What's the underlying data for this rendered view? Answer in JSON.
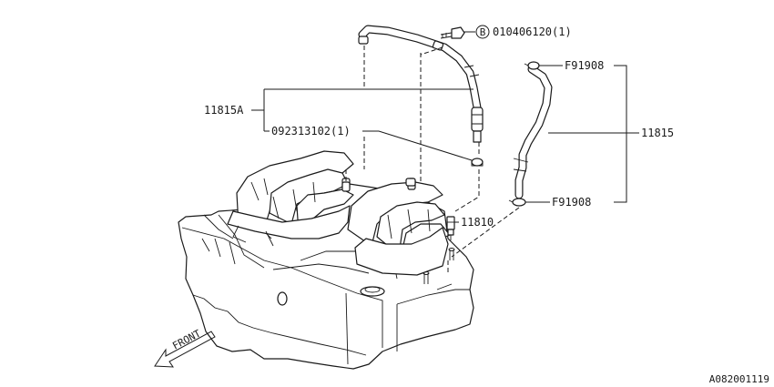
{
  "labels": {
    "bolt_circle": "B",
    "bolt_part": "010406120(1)",
    "part_11815A": "11815A",
    "part_092313102": "092313102(1)",
    "part_11815": "11815",
    "clamp_upper": "F91908",
    "clamp_lower": "F91908",
    "part_11810": "11810",
    "front": "FRONT",
    "diagram_code": "A082001119"
  },
  "icons": {
    "front_arrow": "front-direction-arrow-icon",
    "bolt_circle": "circled-letter-b-icon"
  }
}
